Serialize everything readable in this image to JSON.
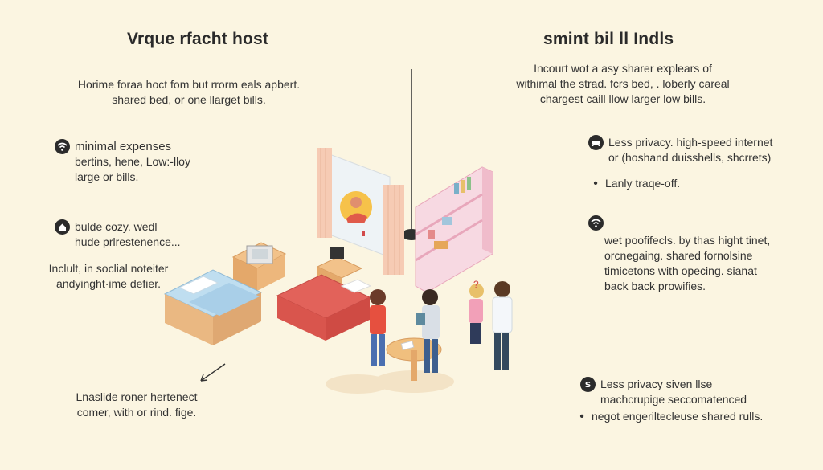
{
  "left": {
    "title": "Vrque rfacht host",
    "intro": [
      "Horime foraa hoct fom but rrorm eals apbert.",
      "shared bed, or one llarget bills."
    ],
    "item1": {
      "icon": "wifi-icon",
      "head": "minimal expenses",
      "lines": [
        "bertins, hene, Low:-lloy",
        "large or bills."
      ]
    },
    "item2": {
      "icon": "home-icon",
      "lines": [
        "bulde cozy. wedl",
        "hude prlrestenence..."
      ]
    },
    "note": [
      "Inclult, in soclial noteiter",
      "andyinght·ime defier."
    ],
    "footer": [
      "Lnaslide roner hertenect",
      "comer, with or rind. fige."
    ]
  },
  "right": {
    "title": "smint bil ll Indls",
    "intro": [
      "Incourt wot a asy sharer explears of",
      "withimal the strad. fcrs bed, . loberly careal",
      "chargest caill llow larger low bills."
    ],
    "item1": {
      "icon": "bed-icon",
      "lines": [
        "Less privacy. high-speed internet",
        "or (hoshand duisshells, shcrrets)"
      ]
    },
    "item1_bullet": "Lanly traqe-off.",
    "item2": {
      "icon": "wifi-icon",
      "lines": [
        "wet poofifecls. by thas hight tinet,",
        "orcnegaing. shared fornolsine",
        "timicetons with opecing. sianat",
        "back back prowifies."
      ]
    },
    "item3": {
      "icon": "dollar-icon",
      "glyph": "$",
      "lines": [
        "Less privacy  siven llse",
        "machcrupige seccomatenced"
      ]
    },
    "item3_bullet": "negot engeriltecleuse shared rulls."
  },
  "colors": {
    "background": "#fbf5e1",
    "bed_blue": "#a9cfe8",
    "bed_red": "#e2625a",
    "shelf_pink": "#f3c4d2",
    "wood": "#eab882",
    "table": "#f0bf7e"
  }
}
